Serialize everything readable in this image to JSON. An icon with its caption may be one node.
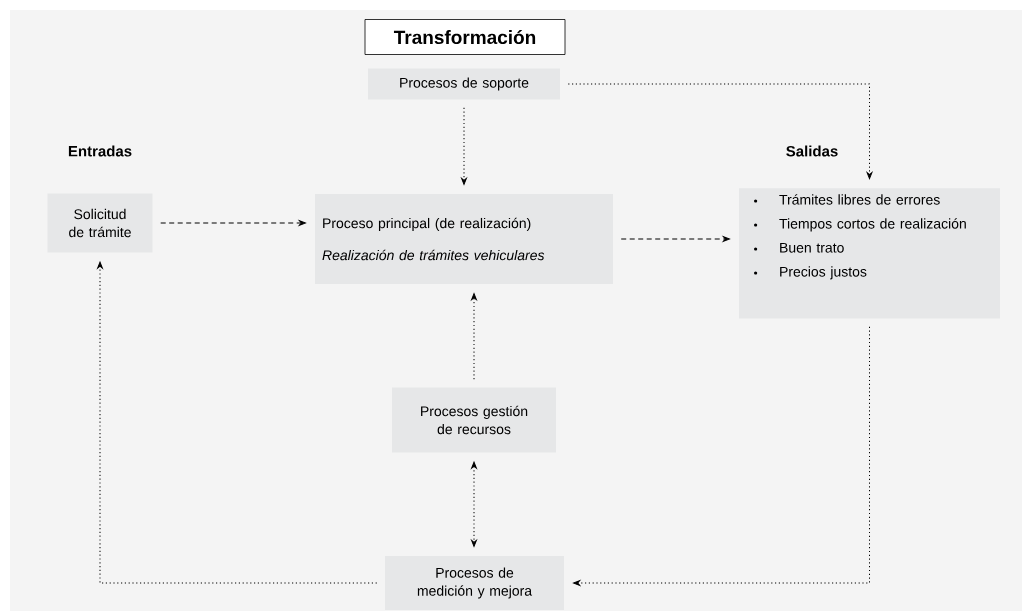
{
  "diagram": {
    "nodes": [
      {
        "text": [
          "Transformación"
        ]
      },
      {
        "text": [
          "Procesos de soporte"
        ]
      },
      {
        "text": [
          "Entradas",
          "Solicitud de trámite"
        ]
      },
      {
        "text": [
          "Proceso principal (de realización)",
          "Realización de trámites vehiculares"
        ]
      },
      {
        "text": [
          "Salidas",
          "Trámites libres de errores",
          "Tiempos cortos de realización",
          "Buen trato",
          "Precios justos"
        ]
      },
      {
        "text": [
          "Procesos gestión de recursos"
        ]
      },
      {
        "text": [
          "Procesos de medición y mejora"
        ]
      }
    ],
    "edges": [
      {
        "from": 1,
        "to": 3,
        "arrow": "to"
      },
      {
        "from": 1,
        "to": 4,
        "arrow": "to"
      },
      {
        "from": 2,
        "to": 3,
        "arrow": "to",
        "style": "dashed"
      },
      {
        "from": 3,
        "to": 4,
        "arrow": "to",
        "style": "dashed"
      },
      {
        "from": 5,
        "to": 3,
        "arrow": "to"
      },
      {
        "from": 5,
        "to": 6,
        "arrow": "both"
      },
      {
        "from": 4,
        "to": 6,
        "arrow": "to"
      },
      {
        "from": 6,
        "to": 2,
        "arrow": "to"
      }
    ]
  }
}
